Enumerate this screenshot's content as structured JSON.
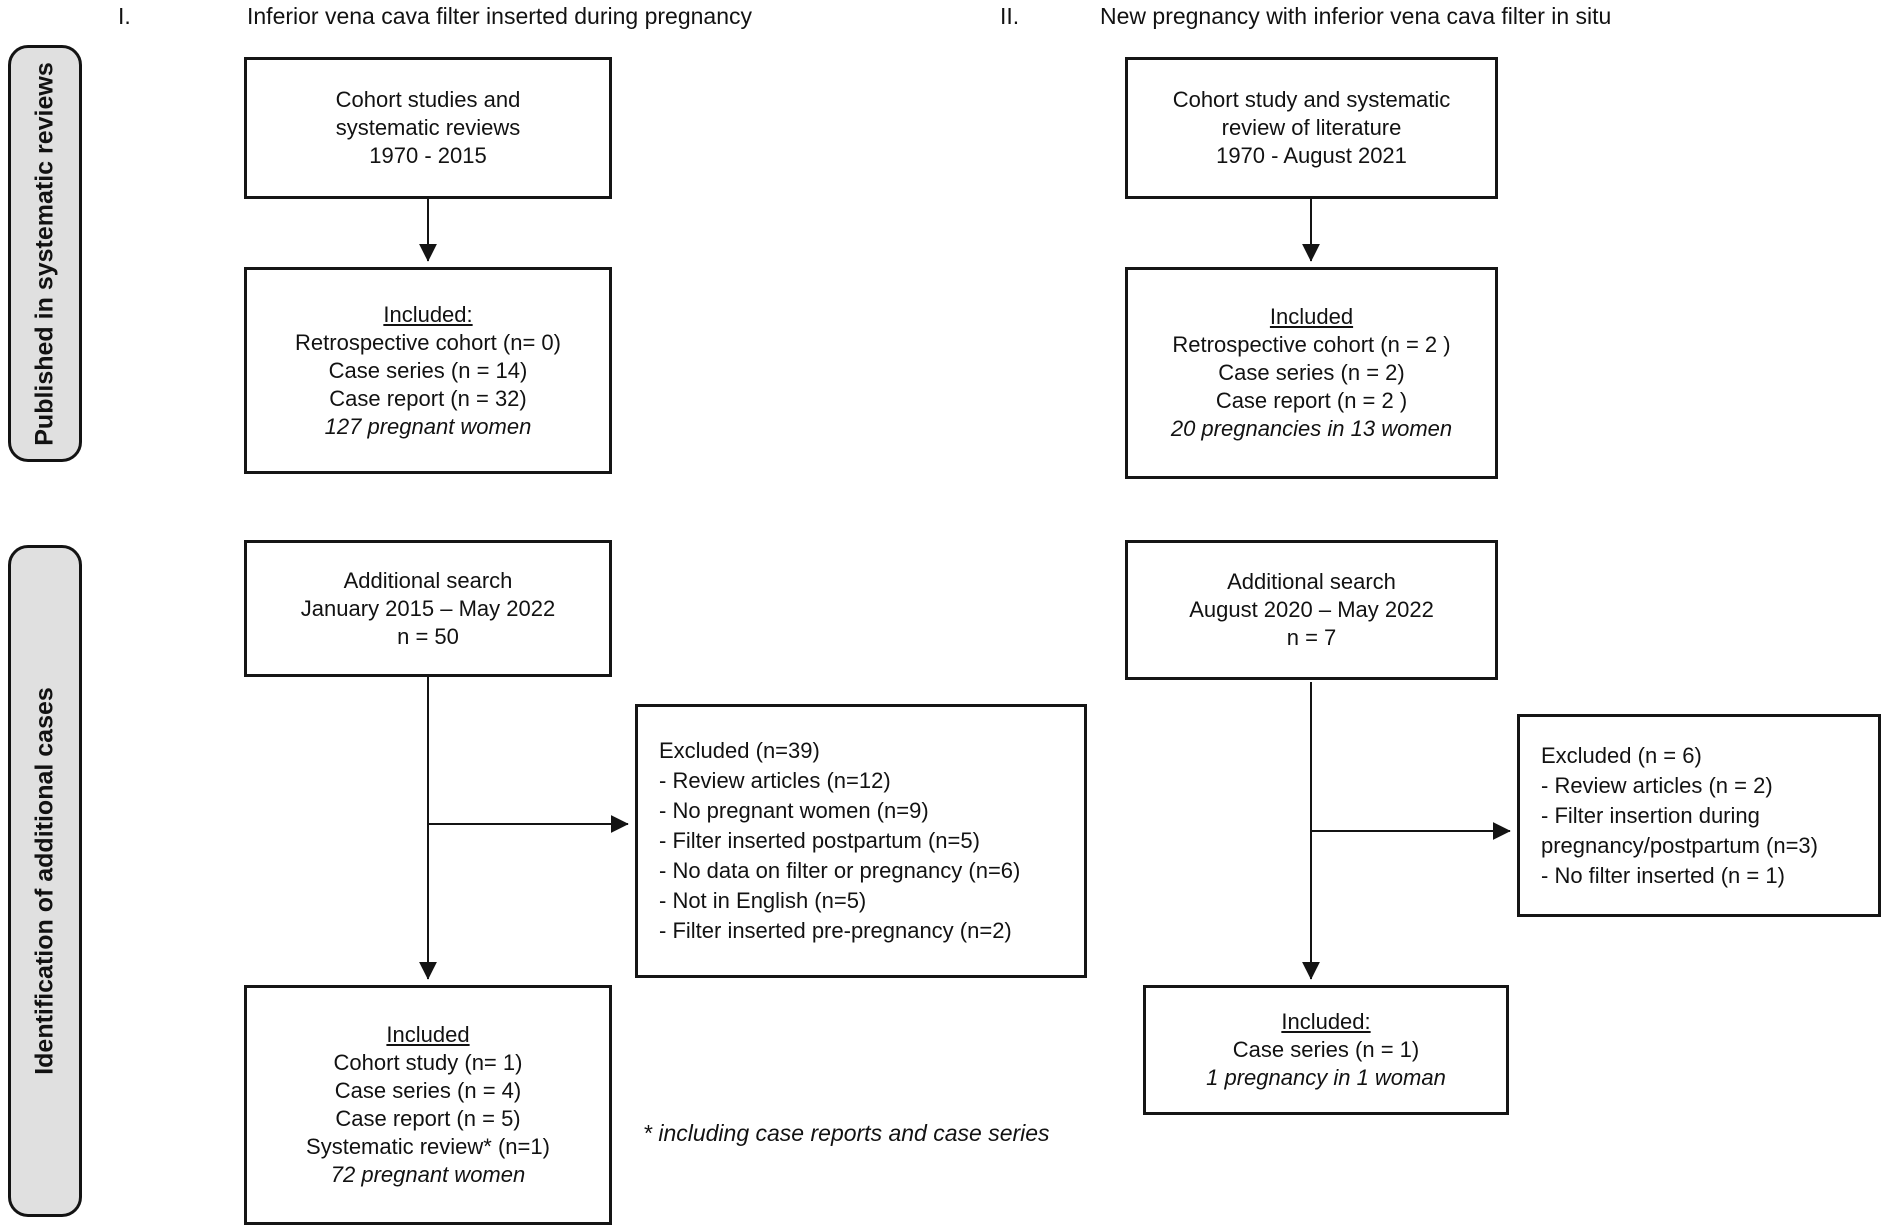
{
  "headers": {
    "col1": {
      "numeral": "I.",
      "title": "Inferior vena cava filter inserted during pregnancy"
    },
    "col2": {
      "numeral": "II.",
      "title": "New pregnancy with inferior vena cava filter in situ"
    }
  },
  "side_labels": {
    "published": "Published in systematic reviews",
    "identification": "Identification of additional cases"
  },
  "col1": {
    "source_box": {
      "lines": [
        "Cohort studies and",
        "systematic reviews",
        "1970 - 2015"
      ]
    },
    "included_reviews_box": {
      "title": "Included:",
      "lines": [
        "Retrospective cohort (n= 0)",
        "Case series (n = 14)",
        "Case report (n = 32)"
      ],
      "emphasis": "127 pregnant women"
    },
    "additional_search_box": {
      "lines": [
        "Additional search",
        "January 2015 – May 2022",
        "n = 50"
      ]
    },
    "excluded_box": {
      "title": "Excluded (n=39)",
      "items": [
        "- Review articles (n=12)",
        "- No pregnant women (n=9)",
        "- Filter inserted postpartum (n=5)",
        "- No data on filter or pregnancy (n=6)",
        "- Not in English (n=5)",
        "- Filter inserted pre-pregnancy (n=2)"
      ]
    },
    "included_additional_box": {
      "title": "Included",
      "lines": [
        "Cohort study (n= 1)",
        "Case series (n = 4)",
        "Case report (n = 5)",
        "Systematic review* (n=1)"
      ],
      "emphasis": "72 pregnant women"
    }
  },
  "col2": {
    "source_box": {
      "lines": [
        "Cohort study and systematic",
        "review of literature",
        "1970 - August 2021"
      ]
    },
    "included_reviews_box": {
      "title": "Included",
      "lines": [
        "Retrospective cohort (n = 2 )",
        "Case series (n = 2)",
        "Case report (n = 2 )"
      ],
      "emphasis": "20 pregnancies in 13 women"
    },
    "additional_search_box": {
      "lines": [
        "Additional search",
        "August 2020 – May 2022",
        "n = 7"
      ]
    },
    "excluded_box": {
      "title": "Excluded (n = 6)",
      "items": [
        "- Review articles (n = 2)",
        "- Filter insertion during pregnancy/postpartum (n=3)",
        "- No filter inserted (n = 1)"
      ]
    },
    "included_additional_box": {
      "title": "Included:",
      "lines": [
        "Case series (n = 1)"
      ],
      "emphasis": "1 pregnancy in 1 woman"
    }
  },
  "footnote": "* including case reports and case series",
  "colors": {
    "background": "#ffffff",
    "line": "#141414",
    "side_label_bg": "#e0e0e0"
  }
}
